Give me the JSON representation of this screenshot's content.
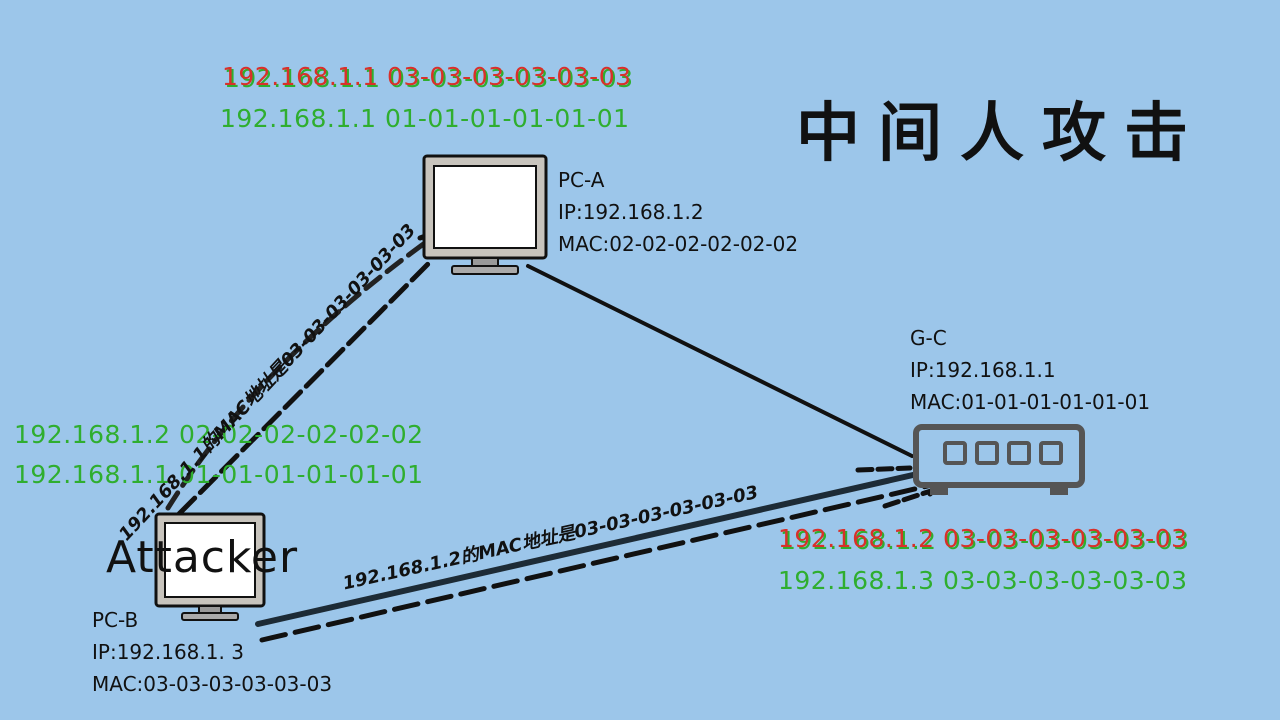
{
  "title": "中间人攻击",
  "pc_a": {
    "name": "PC-A",
    "ip": "IP:192.168.1.2",
    "mac": "MAC:02-02-02-02-02-02",
    "arp_table": [
      {
        "text": "192.168.1.1 03-03-03-03-03-03",
        "state": "poisoned"
      },
      {
        "text": "192.168.1.1 01-01-01-01-01-01",
        "state": "original"
      }
    ]
  },
  "gateway": {
    "name": "G-C",
    "ip": "IP:192.168.1.1",
    "mac": "MAC:01-01-01-01-01-01",
    "arp_table": [
      {
        "text": "192.168.1.2 03-03-03-03-03-03",
        "state": "poisoned"
      },
      {
        "text": "192.168.1.3 03-03-03-03-03-03",
        "state": "original"
      }
    ]
  },
  "pc_b": {
    "label": "Attacker",
    "name": "PC-B",
    "ip": "IP:192.168.1. 3",
    "mac": "MAC:03-03-03-03-03-03",
    "arp_table": [
      {
        "text": "192.168.1.2 02-02-02-02-02-02",
        "state": "original"
      },
      {
        "text": "192.168.1.1 01-01-01-01-01-01",
        "state": "original"
      }
    ]
  },
  "messages": {
    "to_pc_a": "192.168.1.1的MAC地址是03-03-03-03-03-03",
    "to_gateway": "192.168.1.2的MAC地址是03-03-03-03-03-03"
  },
  "colors": {
    "background": "#9cc6ea",
    "arp_valid": "#2fae2f",
    "arp_poisoned": "#d9302a",
    "link": "#111111",
    "monitor_frame": "#c8c4bd",
    "switch_outline": "#555555"
  }
}
